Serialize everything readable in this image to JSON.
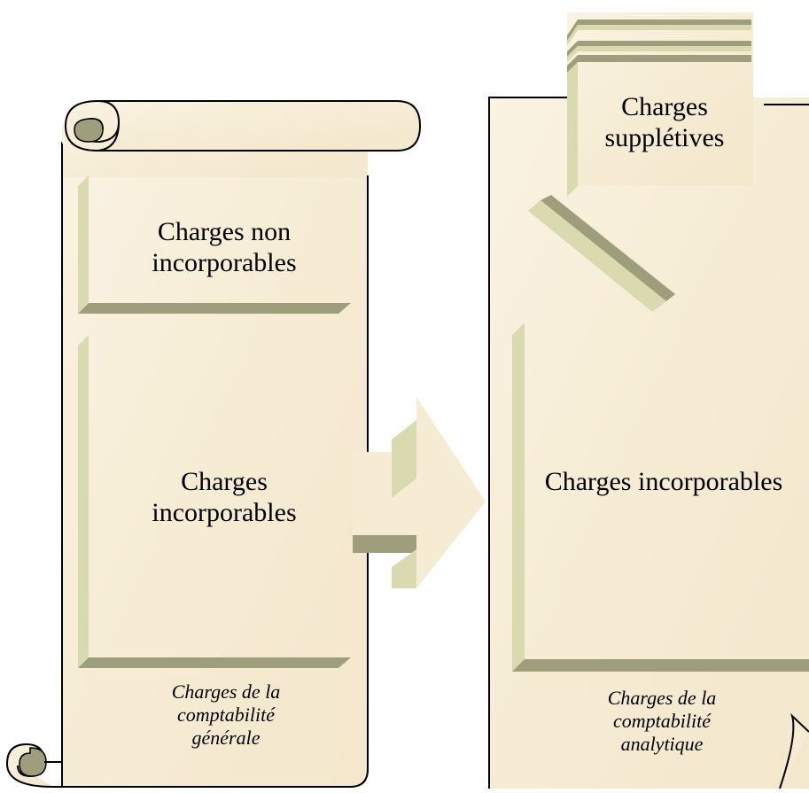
{
  "left_document": {
    "top_box": [
      "Charges non",
      "incorporables"
    ],
    "main_box": [
      "Charges",
      "incorporables"
    ],
    "caption": [
      "Charges de la",
      "comptabilité",
      "générale"
    ]
  },
  "right_document": {
    "tab_box": [
      "Charges",
      "supplétives"
    ],
    "main_box": "Charges incorporables",
    "caption": [
      "Charges de la",
      "comptabilité",
      "analytique"
    ]
  },
  "colors": {
    "paper": "#f8efd9",
    "outline": "#000000",
    "bevel_dark": "#9e9e7c",
    "bevel_light": "#d9dab0",
    "arrow": "#f6ecd3"
  }
}
